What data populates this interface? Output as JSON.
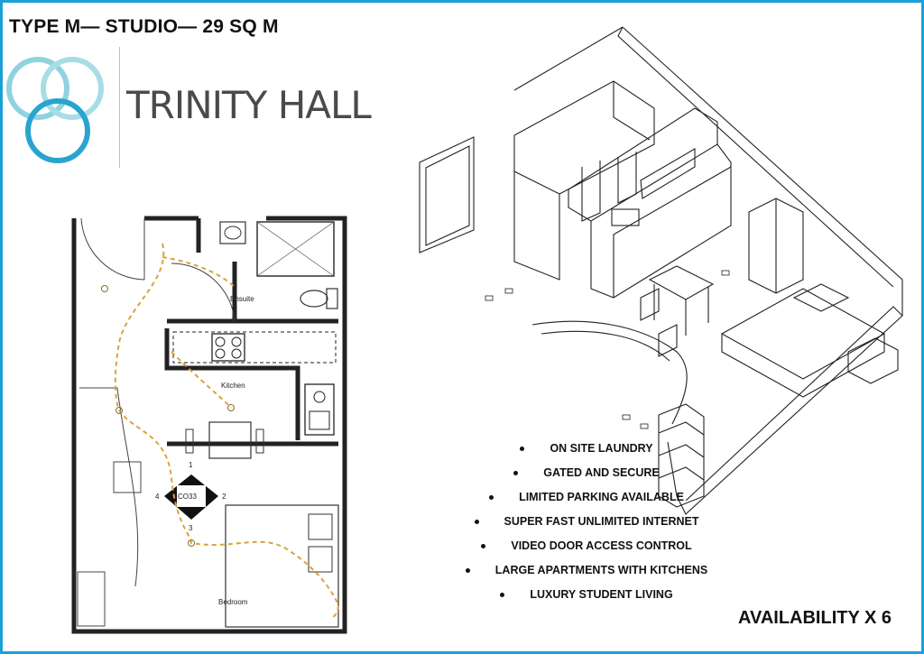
{
  "header": {
    "title": "TYPE M— STUDIO— 29 SQ M"
  },
  "logo": {
    "brand_name": "TRINITY HALL",
    "ring_colors": [
      "#8fd3df",
      "#2aa4cf",
      "#1b7fb8"
    ]
  },
  "floor_plan": {
    "rooms": {
      "ensuite": "Ensuite",
      "kitchen": "Kitchen",
      "bedroom": "Bedroom"
    },
    "camera_tag": "CO33",
    "camera_views": [
      "1",
      "2",
      "3",
      "4"
    ]
  },
  "features": [
    "ON SITE LAUNDRY",
    "GATED AND SECURE",
    "LIMITED PARKING AVAILABLE",
    "SUPER FAST UNLIMITED INTERNET",
    "VIDEO DOOR ACCESS CONTROL",
    "LARGE APARTMENTS WITH KITCHENS",
    "LUXURY STUDENT LIVING"
  ],
  "availability": "AVAILABILITY X 6",
  "colors": {
    "frame": "#1aa0d8",
    "path": "#d9a43a",
    "wall": "#222222"
  }
}
